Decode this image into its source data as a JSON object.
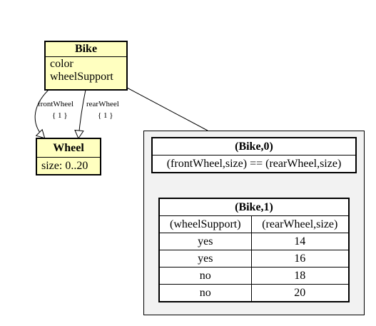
{
  "classes": {
    "bike": {
      "name": "Bike",
      "attributes": [
        "color",
        "wheelSupport"
      ]
    },
    "wheel": {
      "name": "Wheel",
      "attributes": [
        "size: 0..20"
      ]
    }
  },
  "associations": {
    "front": {
      "role": "frontWheel",
      "multiplicity": "{ 1 }"
    },
    "rear": {
      "role": "rearWheel",
      "multiplicity": "{ 1 }"
    }
  },
  "constraints": {
    "bike0": {
      "title": "(Bike,0)",
      "expression": "(frontWheel,size) == (rearWheel,size)"
    },
    "bike1": {
      "title": "(Bike,1)",
      "columns": [
        "(wheelSupport)",
        "(rearWheel,size)"
      ],
      "rows": [
        [
          "yes",
          "14"
        ],
        [
          "yes",
          "16"
        ],
        [
          "no",
          "18"
        ],
        [
          "no",
          "20"
        ]
      ]
    }
  },
  "colors": {
    "class_fill": "#ffffc0",
    "panel_fill": "#f2f2f2"
  }
}
